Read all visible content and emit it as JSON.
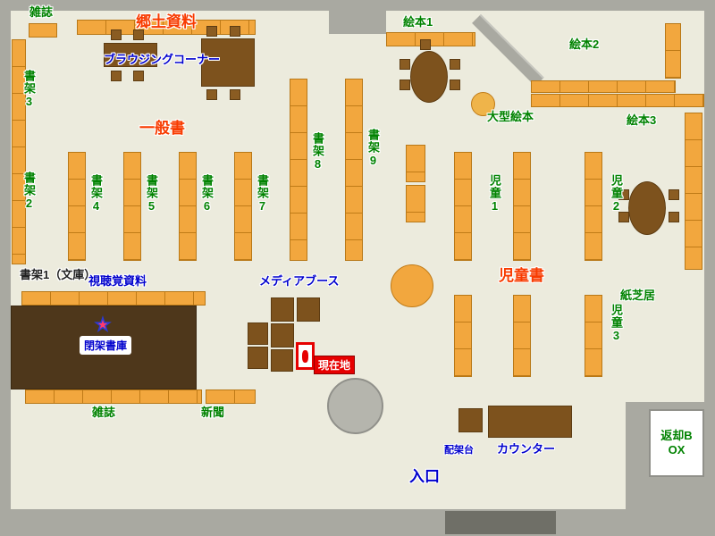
{
  "sections": {
    "local_materials": "郷土資料",
    "general_books": "一般書",
    "children_books": "児童書"
  },
  "shelves": {
    "shelf1_bunko": "書架1（文庫）",
    "shelf2": "書架2",
    "shelf3": "書架3",
    "shelf4": "書架4",
    "shelf5": "書架5",
    "shelf6": "書架6",
    "shelf7": "書架7",
    "shelf8": "書架8",
    "shelf9": "書架9"
  },
  "picture_books": {
    "ehon1": "絵本1",
    "ehon2": "絵本2",
    "ehon3": "絵本3",
    "large": "大型絵本"
  },
  "children": {
    "jido1": "児童1",
    "jido2": "児童2",
    "jido3": "児童3",
    "kamishibai": "紙芝居"
  },
  "facilities": {
    "magazines_top": "雑誌",
    "magazines_bottom": "雑誌",
    "newspapers": "新聞",
    "browsing_corner": "ブラウジングコーナー",
    "audio_visual": "視聴覚資料",
    "media_booth": "メディアブース",
    "closed_stacks": "閉架書庫",
    "counter": "カウンター",
    "book_stand": "配架台",
    "return_box": "返却BOX",
    "entrance": "入口"
  },
  "marker": {
    "current_location": "現在地"
  },
  "colors": {
    "floor": "#ecebdd",
    "wall": "#a9a9a1",
    "shelf_orange": "#f2a73e",
    "shelf_border": "#b87817",
    "furniture_brown": "#7d521d",
    "closed_stacks_fill": "#4e371b",
    "label_green": "#008200",
    "label_blue": "#0000cd",
    "label_red": "#f83b00",
    "current_location_red": "#e60000"
  }
}
